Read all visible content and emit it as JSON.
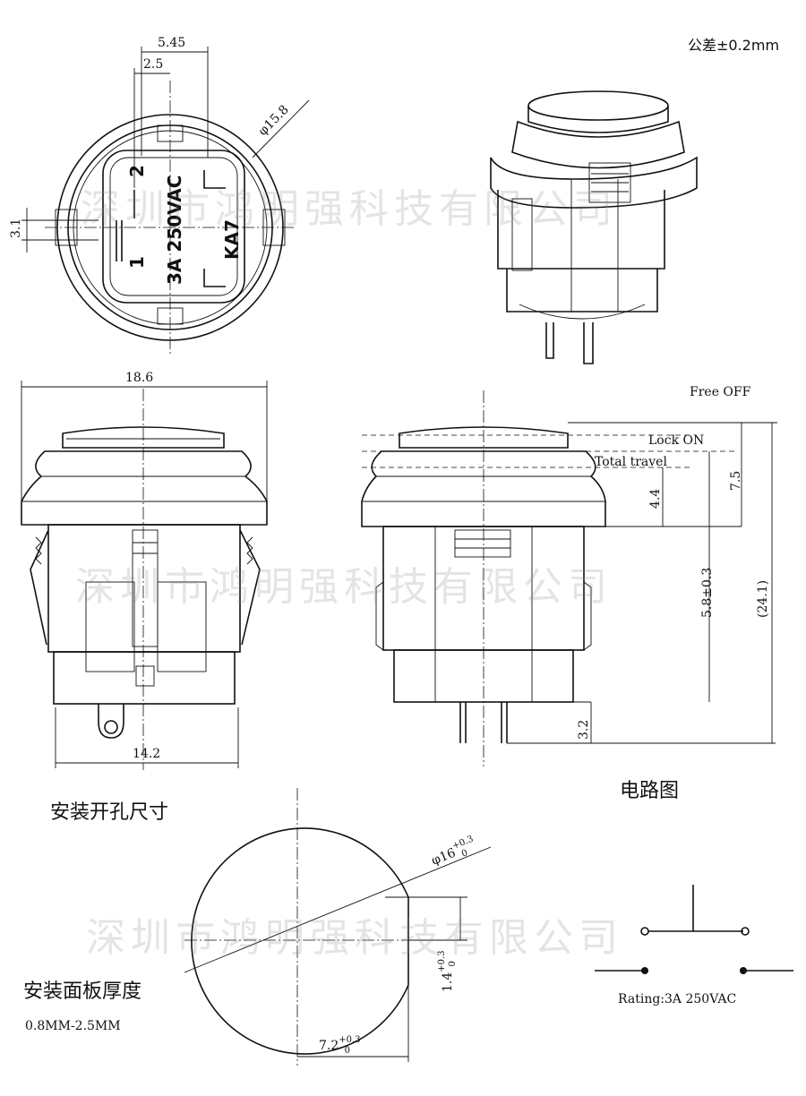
{
  "tolerance_note": "公差±0.2mm",
  "watermark": "深圳市鸿明强科技有限公司",
  "top_view": {
    "dim_5_45": "5.45",
    "dim_2_5": "2.5",
    "dim_3_1": "3.1",
    "dim_dia_15_8": "φ15.8",
    "marking_rating": "3A 250VAC",
    "marking_model": "KA7",
    "pin_1": "1",
    "pin_2": "2"
  },
  "front_view": {
    "dim_width": "18.6",
    "dim_base": "14.2"
  },
  "side_view": {
    "label_free": "Free OFF",
    "label_lock": "Lock ON",
    "label_travel": "Total travel",
    "dim_4_4": "4.4",
    "dim_7_5": "7.5",
    "dim_5_8": "5.8±0.3",
    "dim_24_1": "(24.1)",
    "dim_3_2": "3.2"
  },
  "panel_cutout": {
    "title": "安装开孔尺寸",
    "dia_value": "φ16",
    "dia_tol_upper": "+0.3",
    "dia_tol_lower": "0",
    "key_value": "1.4",
    "key_tol_upper": "+0.3",
    "key_tol_lower": "0",
    "width_value": "7.2",
    "width_tol_upper": "+0.3",
    "width_tol_lower": "0",
    "thickness_label": "安装面板厚度",
    "thickness_value": "0.8MM-2.5MM"
  },
  "circuit": {
    "title": "电路图",
    "rating": "Rating:3A 250VAC"
  }
}
